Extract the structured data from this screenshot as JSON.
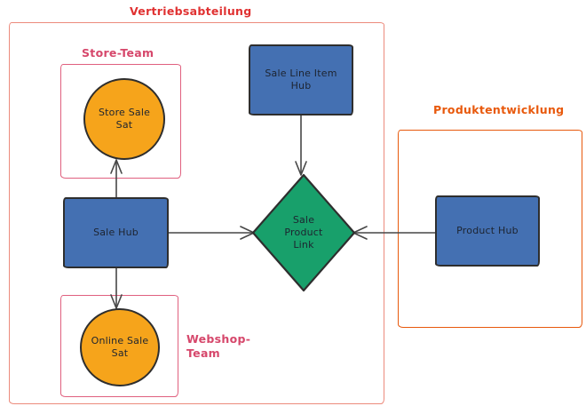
{
  "diagram": {
    "type": "data-vault-model",
    "groups": {
      "vertriebsabteilung": {
        "label": "Vertriebsabteilung"
      },
      "store_team": {
        "label": "Store-Team"
      },
      "webshop_team": {
        "label": "Webshop-\nTeam"
      },
      "produktentwicklung": {
        "label": "Produktentwicklung"
      }
    },
    "nodes": {
      "store_sale_sat": {
        "label": "Store Sale\nSat",
        "type": "satellite",
        "shape": "circle"
      },
      "sale_hub": {
        "label": "Sale Hub",
        "type": "hub",
        "shape": "rectangle"
      },
      "online_sale_sat": {
        "label": "Online Sale\nSat",
        "type": "satellite",
        "shape": "circle"
      },
      "sale_line_item_hub": {
        "label": "Sale Line Item\nHub",
        "type": "hub",
        "shape": "rectangle"
      },
      "sale_product_link": {
        "label": "Sale\nProduct\nLink",
        "type": "link",
        "shape": "diamond"
      },
      "product_hub": {
        "label": "Product Hub",
        "type": "hub",
        "shape": "rectangle"
      }
    },
    "edges": [
      {
        "from": "sale_hub",
        "to": "store_sale_sat",
        "arrow": "up"
      },
      {
        "from": "sale_hub",
        "to": "online_sale_sat",
        "arrow": "down"
      },
      {
        "from": "sale_hub",
        "to": "sale_product_link",
        "arrow": "right"
      },
      {
        "from": "sale_line_item_hub",
        "to": "sale_product_link",
        "arrow": "down"
      },
      {
        "from": "product_hub",
        "to": "sale_product_link",
        "arrow": "left"
      }
    ]
  },
  "colors": {
    "hub_fill": "#4470b2",
    "satellite_fill": "#f6a41b",
    "link_fill": "#18a06b",
    "shape_stroke": "#2e2e2e",
    "connector": "#474747",
    "shape_text": "#1d2430",
    "vertrieb_label": "#e03131",
    "vertrieb_border": "#ec8a7c",
    "team_label": "#d6476b",
    "team_border": "#e0607f",
    "produkt_label": "#e8590c",
    "produkt_border": "#e8590c",
    "canvas_bg": "#ffffff"
  }
}
